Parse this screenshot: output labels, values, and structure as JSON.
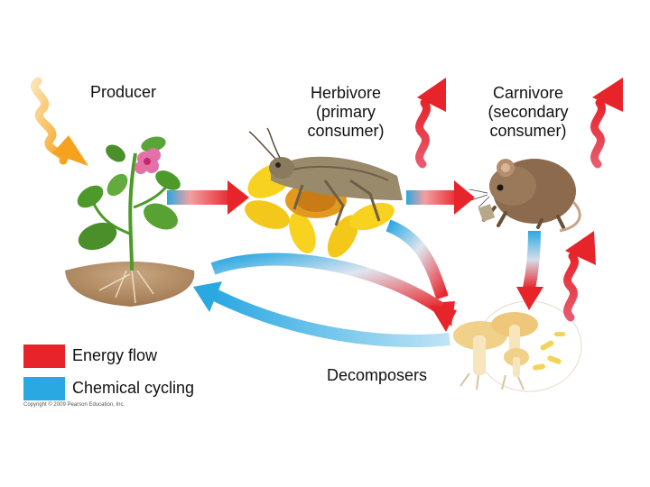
{
  "labels": {
    "producer": "Producer",
    "herbivore": [
      "Herbivore",
      "(primary",
      "consumer)"
    ],
    "carnivore": [
      "Carnivore",
      "(secondary",
      "consumer)"
    ],
    "decomposers": "Decomposers"
  },
  "legend": [
    {
      "label": "Energy flow",
      "color": "#e8242b"
    },
    {
      "label": "Chemical cycling",
      "color": "#2aa8e2"
    }
  ],
  "copyright": "Copyright © 2009 Pearson Education, Inc.",
  "colors": {
    "energy": "#e8242b",
    "chemical": "#2aa8e2",
    "sunlight": "#f6b53a",
    "plant": "#4d9a2a",
    "soil": "#b08a62",
    "mushroom": "#f1d08a",
    "mouse": "#8b6a4d",
    "flower": "#f7d21e"
  }
}
